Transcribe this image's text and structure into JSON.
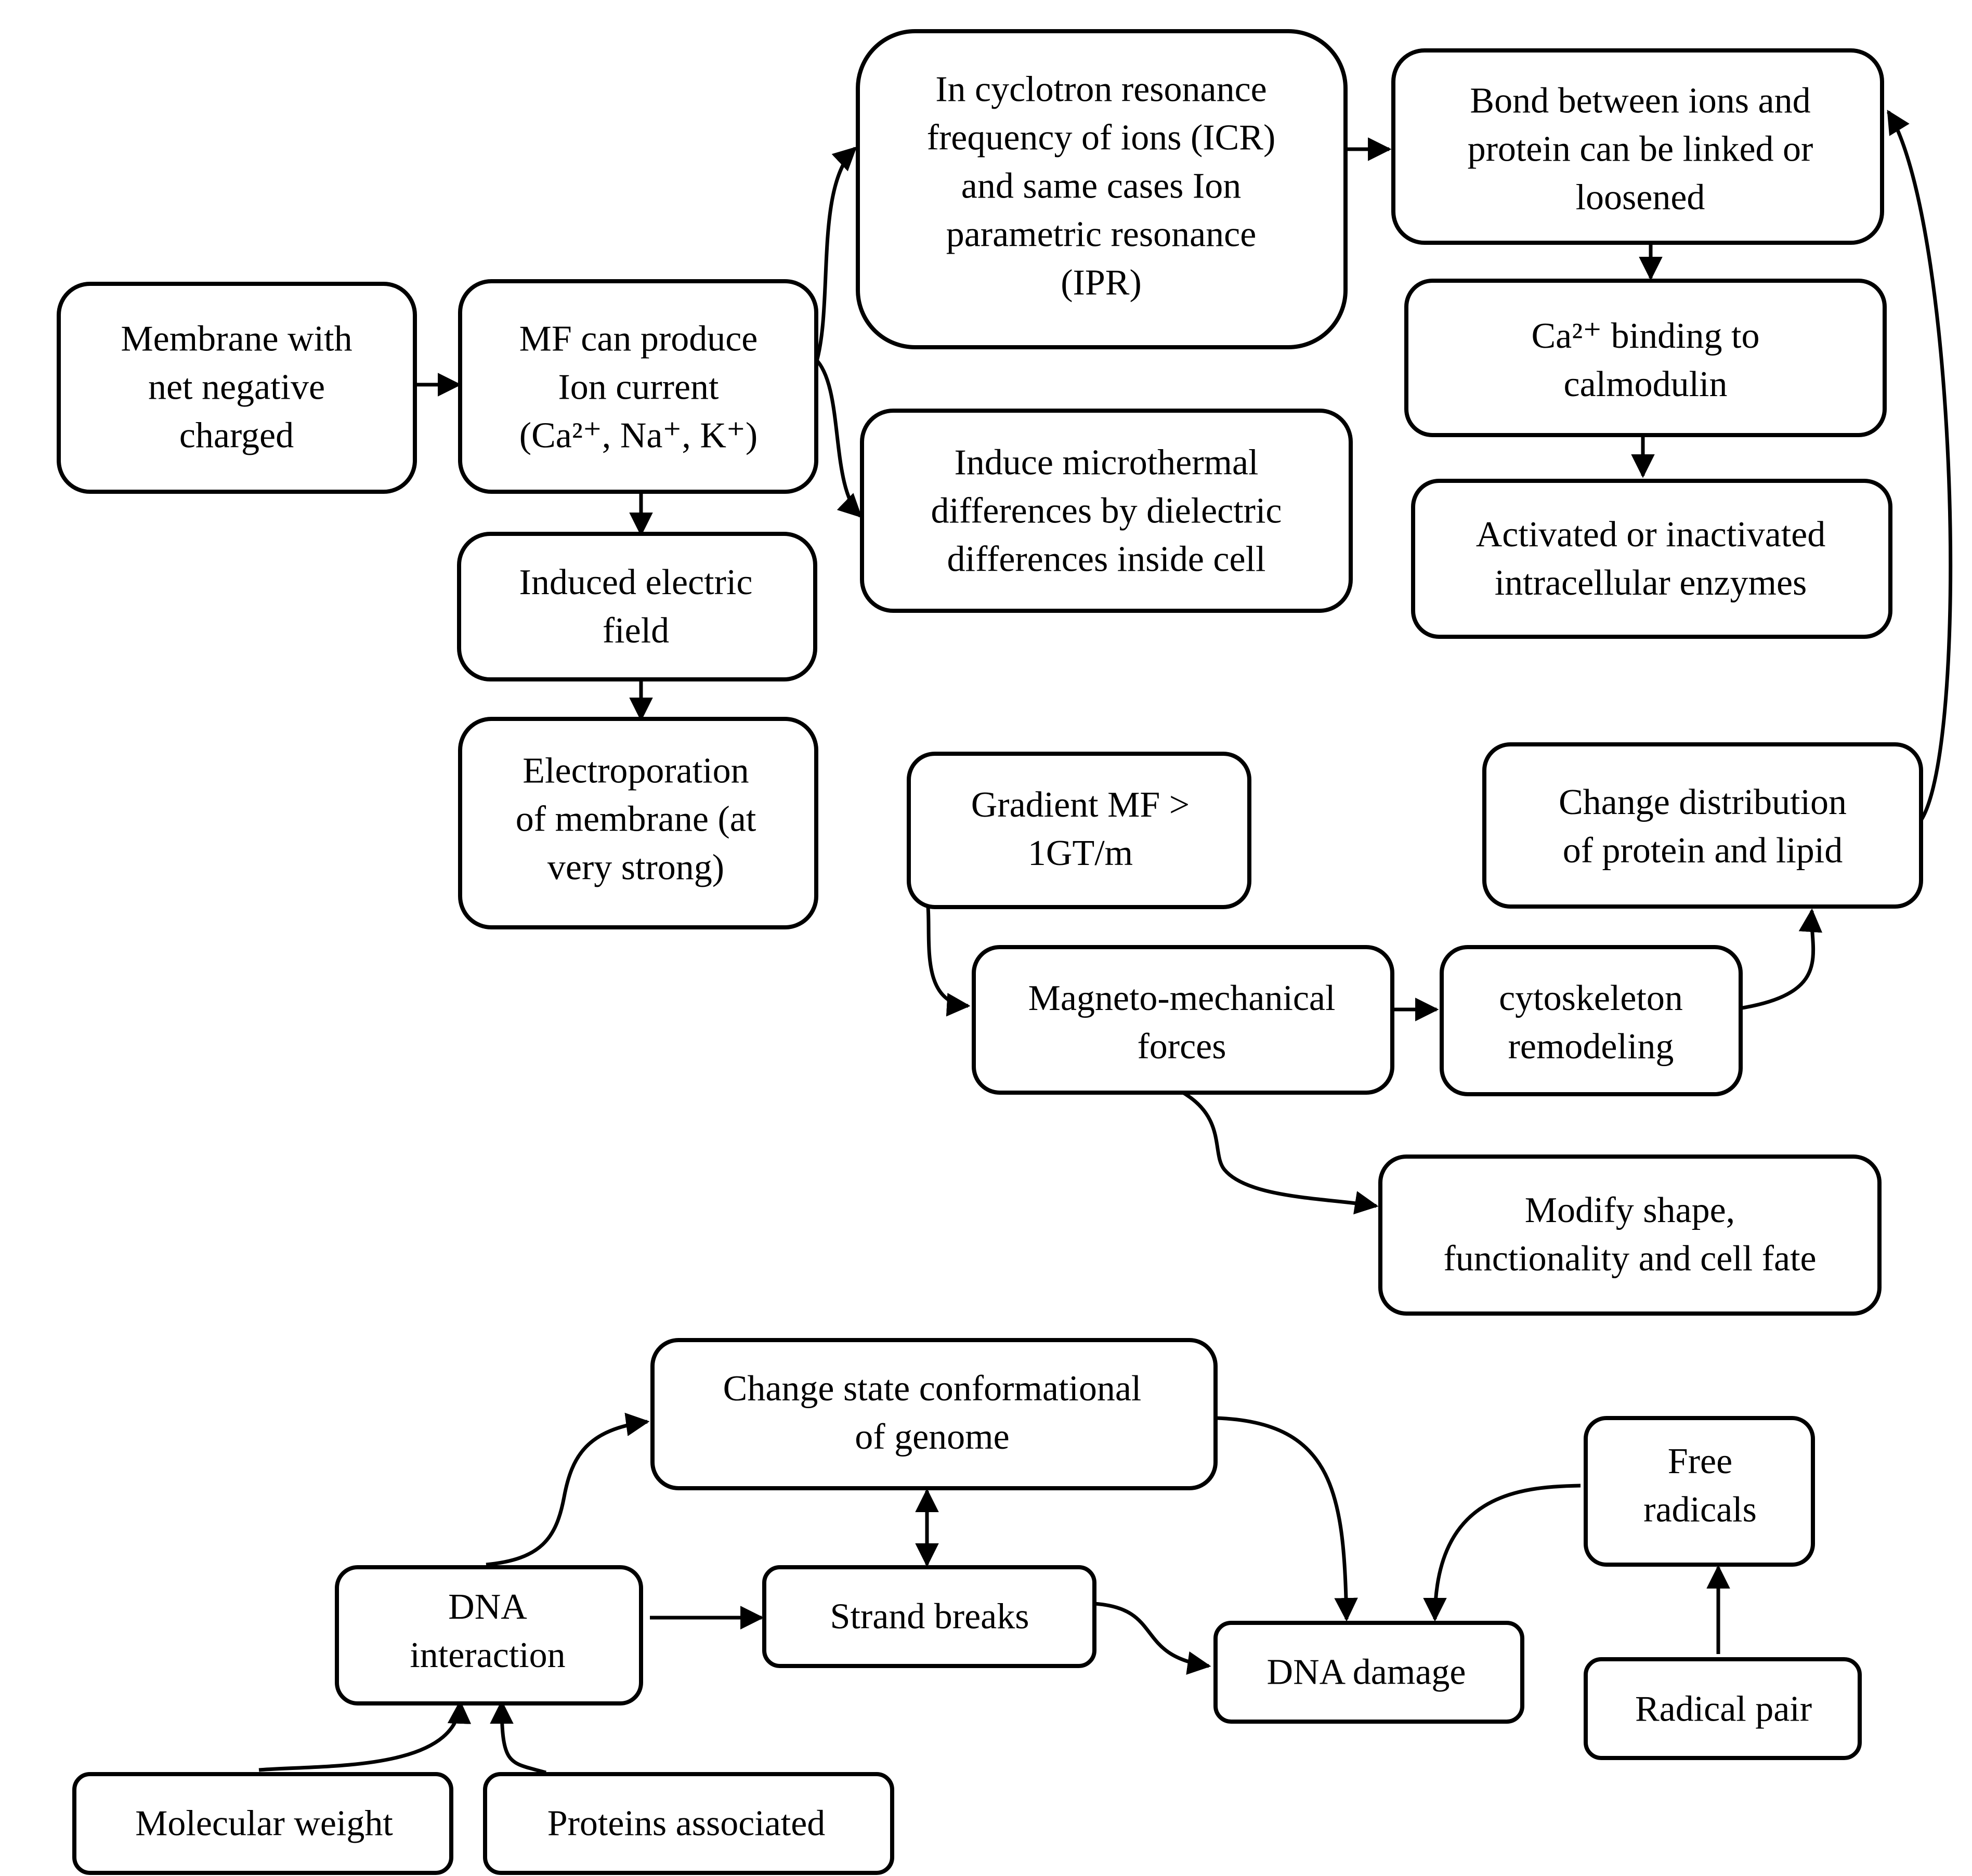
{
  "diagram": {
    "nodes": {
      "membrane": {
        "lines": [
          "Membrane with",
          "net negative",
          "charged"
        ]
      },
      "mf_ion_current": {
        "lines": [
          "MF can produce",
          "Ion current",
          "(Ca²⁺, Na⁺, K⁺)"
        ]
      },
      "induced_field": {
        "lines": [
          "Induced electric",
          "field"
        ]
      },
      "electroporation": {
        "lines": [
          "Electroporation",
          "of membrane (at",
          "very strong)"
        ]
      },
      "cyclotron": {
        "lines": [
          "In cyclotron resonance",
          "frequency of ions (ICR)",
          "and same cases Ion",
          "parametric resonance",
          "(IPR)"
        ]
      },
      "microthermal": {
        "lines": [
          "Induce microthermal",
          "differences by dielectric",
          "differences inside cell"
        ]
      },
      "bond": {
        "lines": [
          "Bond between ions and",
          "protein can be linked or",
          "loosened"
        ]
      },
      "calmodulin": {
        "lines": [
          "Ca²⁺ binding to",
          "calmodulin"
        ]
      },
      "enzymes": {
        "lines": [
          "Activated or inactivated",
          "intracellular enzymes"
        ]
      },
      "gradient": {
        "lines": [
          "Gradient MF >",
          "1GT/m"
        ]
      },
      "change_distribution": {
        "lines": [
          "Change distribution",
          "of protein and lipid"
        ]
      },
      "magneto": {
        "lines": [
          "Magneto-mechanical",
          "forces"
        ]
      },
      "cytoskeleton": {
        "lines": [
          "cytoskeleton",
          "remodeling"
        ]
      },
      "modify_shape": {
        "lines": [
          "Modify shape,",
          "functionality and cell fate"
        ]
      },
      "conformational": {
        "lines": [
          "Change state conformational",
          "of genome"
        ]
      },
      "free_radicals": {
        "lines": [
          "Free",
          "radicals"
        ]
      },
      "dna_interaction": {
        "lines": [
          "DNA",
          "interaction"
        ]
      },
      "strand_breaks": {
        "lines": [
          "Strand breaks"
        ]
      },
      "dna_damage": {
        "lines": [
          "DNA damage"
        ]
      },
      "radical_pair": {
        "lines": [
          "Radical pair"
        ]
      },
      "molecular_weight": {
        "lines": [
          "Molecular weight"
        ]
      },
      "proteins_associated": {
        "lines": [
          "Proteins associated"
        ]
      }
    },
    "edges": [
      {
        "from": "membrane",
        "to": "mf_ion_current"
      },
      {
        "from": "mf_ion_current",
        "to": "induced_field"
      },
      {
        "from": "induced_field",
        "to": "electroporation"
      },
      {
        "from": "mf_ion_current",
        "to": "cyclotron"
      },
      {
        "from": "mf_ion_current",
        "to": "microthermal"
      },
      {
        "from": "cyclotron",
        "to": "bond"
      },
      {
        "from": "bond",
        "to": "calmodulin"
      },
      {
        "from": "calmodulin",
        "to": "enzymes"
      },
      {
        "from": "change_distribution",
        "to": "bond"
      },
      {
        "from": "gradient",
        "to": "magneto"
      },
      {
        "from": "magneto",
        "to": "cytoskeleton"
      },
      {
        "from": "cytoskeleton",
        "to": "change_distribution"
      },
      {
        "from": "magneto",
        "to": "modify_shape"
      },
      {
        "from": "dna_interaction",
        "to": "conformational"
      },
      {
        "from": "dna_interaction",
        "to": "strand_breaks"
      },
      {
        "from": "conformational",
        "to": "strand_breaks",
        "bidirectional": true
      },
      {
        "from": "conformational",
        "to": "dna_damage"
      },
      {
        "from": "strand_breaks",
        "to": "dna_damage"
      },
      {
        "from": "free_radicals",
        "to": "dna_damage"
      },
      {
        "from": "radical_pair",
        "to": "free_radicals"
      },
      {
        "from": "molecular_weight",
        "to": "dna_interaction"
      },
      {
        "from": "proteins_associated",
        "to": "dna_interaction"
      }
    ]
  }
}
